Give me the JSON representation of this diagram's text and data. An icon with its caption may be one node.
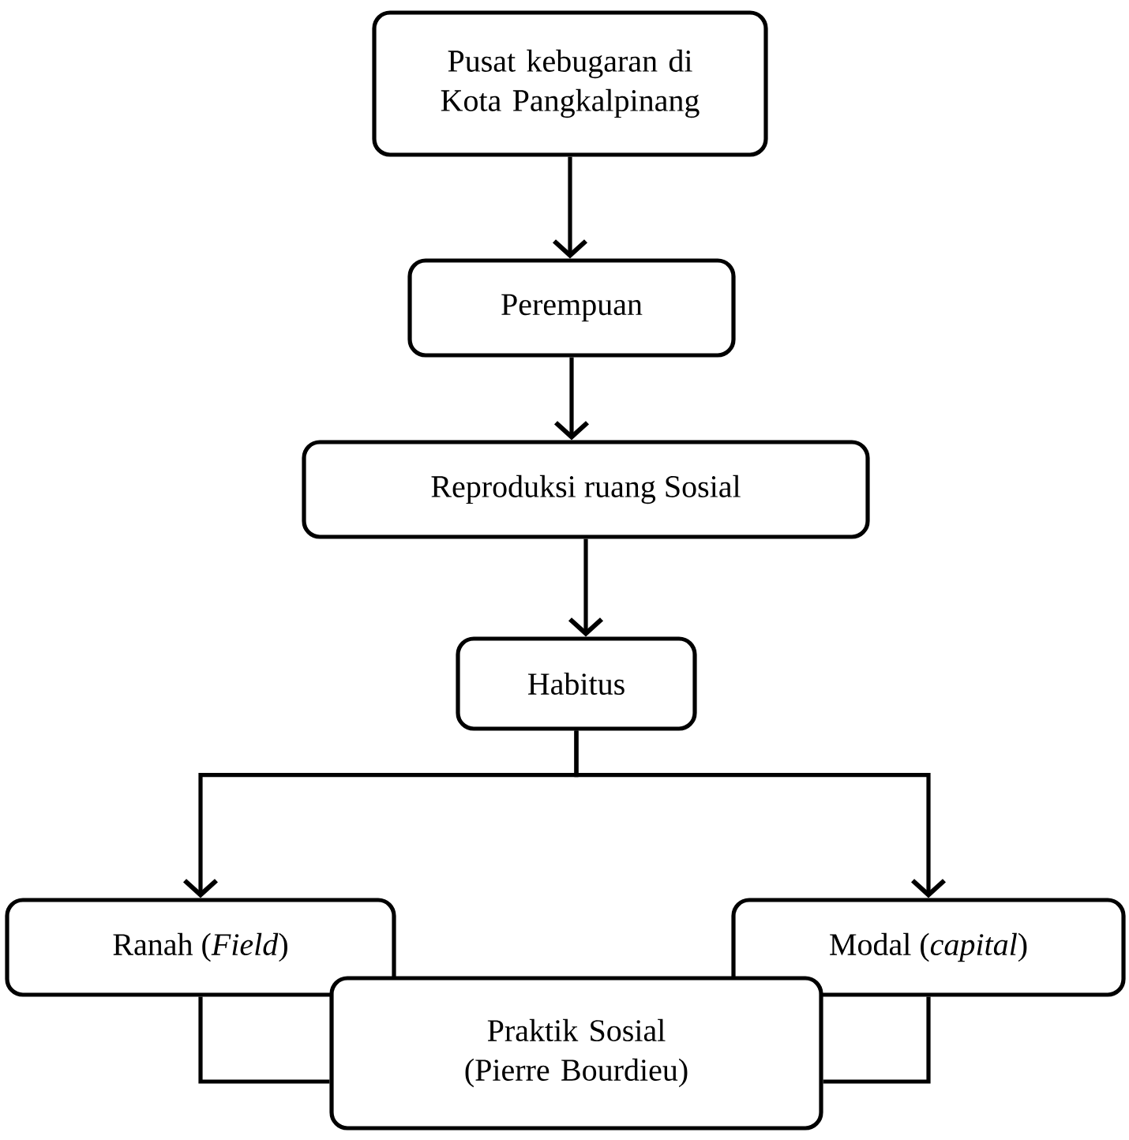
{
  "diagram": {
    "nodes": [
      {
        "text": [
          "Pusat kebugaran di Kota Pangkalpinang"
        ]
      },
      {
        "text": [
          "Perempuan"
        ]
      },
      {
        "text": [
          "Reproduksi ruang Sosial"
        ]
      },
      {
        "text": [
          "Habitus"
        ]
      },
      {
        "text": [
          "Ranah (*Field*)"
        ]
      },
      {
        "text": [
          "Modal (*capital*)"
        ]
      },
      {
        "text": [
          "Praktik Sosial (Pierre Bourdieu)"
        ]
      }
    ],
    "edges": [
      {
        "from": 0,
        "to": 1,
        "arrow": "to"
      },
      {
        "from": 1,
        "to": 2,
        "arrow": "to"
      },
      {
        "from": 2,
        "to": 3,
        "arrow": "to"
      },
      {
        "from": 3,
        "to": 4,
        "arrow": "to"
      },
      {
        "from": 3,
        "to": 5,
        "arrow": "to"
      },
      {
        "from": 4,
        "to": 6,
        "arrow": "none"
      },
      {
        "from": 5,
        "to": 6,
        "arrow": "none"
      }
    ]
  }
}
